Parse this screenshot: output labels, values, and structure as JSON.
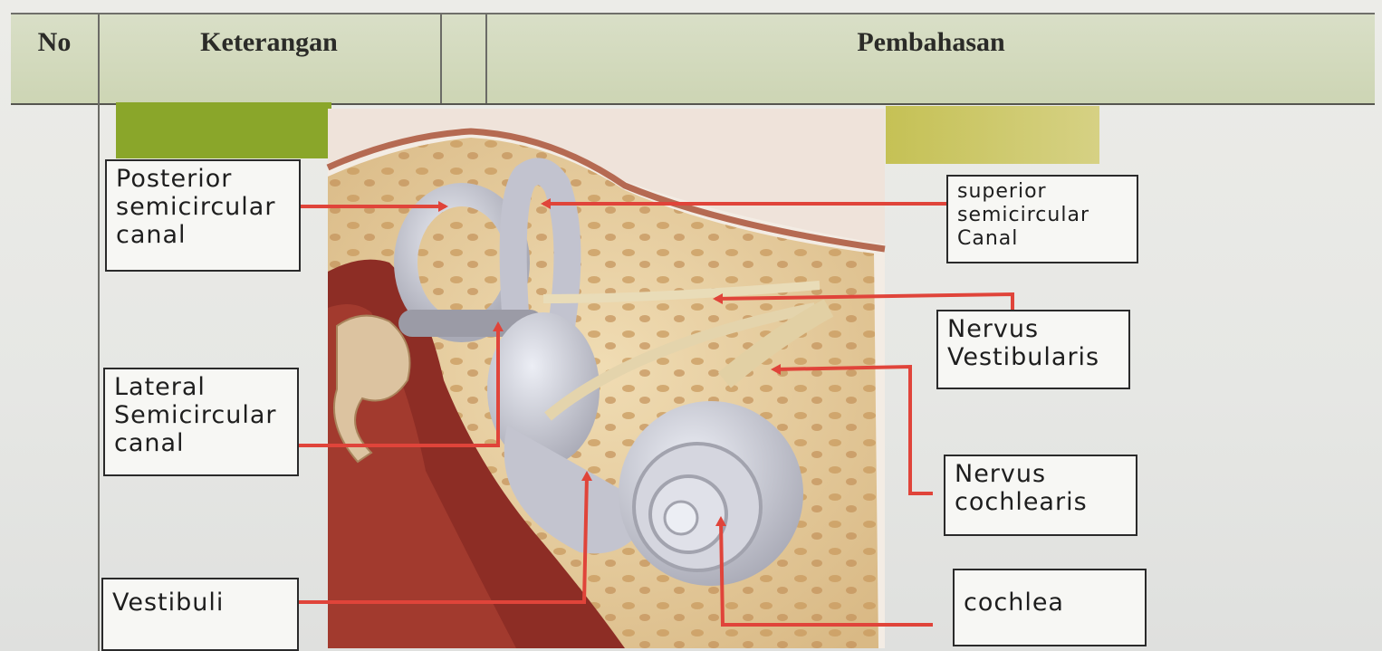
{
  "table": {
    "headers": {
      "no": "No",
      "keterangan": "Keterangan",
      "pembahasan": "Pembahasan"
    }
  },
  "diagram": {
    "labels": {
      "posterior": "Posterior\nsemicircular\ncanal",
      "superior": "superior\nsemicircular\nCanal",
      "lateral": "Lateral\nSemicircular\ncanal",
      "nervus_vestibularis": "Nervus\nVestibularis",
      "nervus_cochlearis": "Nervus\ncochlearis",
      "vestibuli": "Vestibuli",
      "cochlea": "cochlea"
    },
    "colors": {
      "leader_line": "#e0443a",
      "green_block": "#8aa62a",
      "yellow_block": "#c9c35a",
      "bone": "#e7cfa0",
      "labyrinth": "#c8c9d2"
    }
  }
}
